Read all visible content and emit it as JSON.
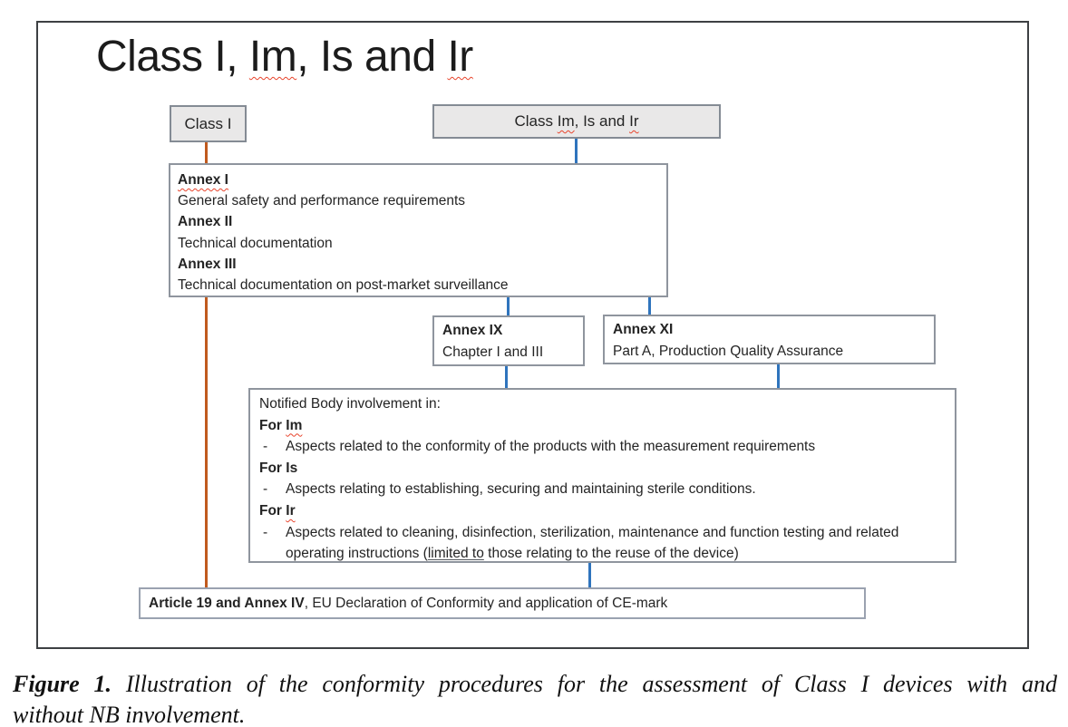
{
  "title": {
    "p1": "Class I, ",
    "im": "Im",
    "p2": ", Is and ",
    "ir": "Ir"
  },
  "boxes": {
    "class_i": {
      "label": "Class I"
    },
    "class_im": {
      "p1": "Class ",
      "im": "Im",
      "p2": ", Is and ",
      "ir": "Ir"
    },
    "annex_1_3": {
      "h1": "Annex I",
      "t1": "General safety and performance requirements",
      "h2": "Annex II",
      "t2": "Technical documentation",
      "h3": "Annex III",
      "t3": "Technical documentation on post-market surveillance"
    },
    "annex_ix": {
      "heading": "Annex IX",
      "text": "Chapter I and III"
    },
    "annex_xi": {
      "heading": "Annex XI",
      "text": "Part A, Production Quality Assurance"
    },
    "notified_body": {
      "intro": "Notified Body involvement in:",
      "im_prefix": "For ",
      "im_word": "Im",
      "im_bullet": "Aspects related to the conformity of the products with the measurement requirements",
      "is_heading": "For Is",
      "is_bullet": "Aspects relating to establishing, securing and maintaining sterile conditions.",
      "ir_prefix": "For ",
      "ir_word": "Ir",
      "ir_bullet_p1": "Aspects related to cleaning, disinfection, sterilization, maintenance and function testing and related operating instructions (",
      "ir_bullet_u": "limited to",
      "ir_bullet_p2": " those relating to the reuse of the device)",
      "bullet_marker": "-"
    },
    "article_19": {
      "bold": "Article 19 and Annex IV",
      "rest": ", EU Declaration of Conformity and application of CE-mark"
    }
  },
  "caption": {
    "label": "Figure 1.",
    "line1": "Illustration of the conformity procedures for the assessment of Class I devices with and",
    "line2": "without NB involvement."
  },
  "colors": {
    "class_i_path_orange": "#c05a1e",
    "nb_path_blue": "#2f74bd",
    "gray_box_fill": "#e9e8e8",
    "box_border_gray": "#8f959e",
    "spellcheck_squiggle_red": "#e8442c",
    "figure_border": "#3d4043"
  }
}
